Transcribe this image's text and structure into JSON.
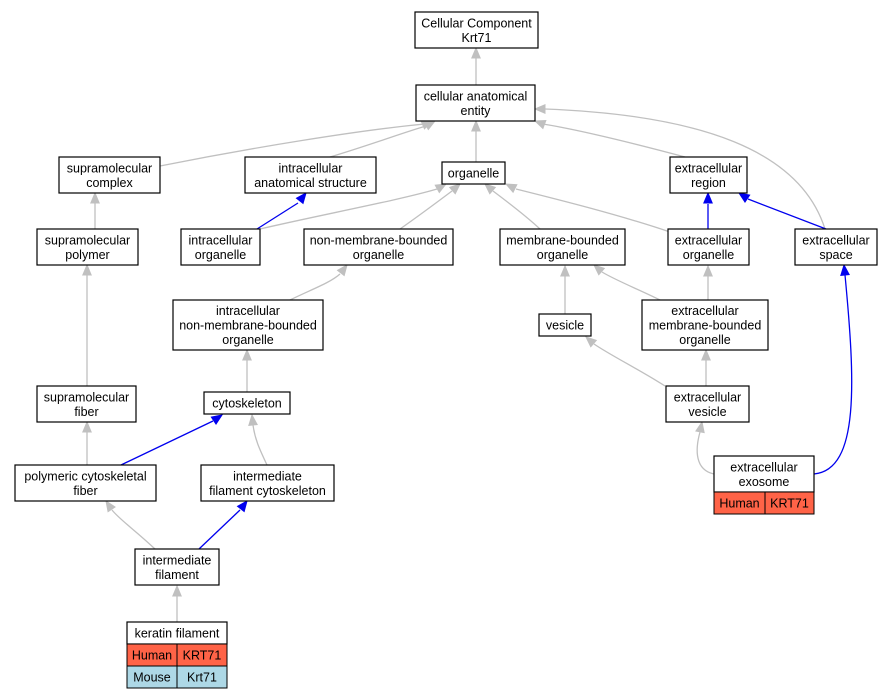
{
  "colors": {
    "grey_edge": "#c0c0c0",
    "blue_edge": "#0000ee",
    "human": "#ff6347",
    "mouse": "#add8e6"
  },
  "nodes": {
    "root": [
      "Cellular Component",
      "Krt71"
    ],
    "cae": [
      "cellular anatomical",
      "entity"
    ],
    "smc": [
      "supramolecular",
      "complex"
    ],
    "ias": [
      "intracellular",
      "anatomical structure"
    ],
    "org": [
      "organelle"
    ],
    "ecr": [
      "extracellular",
      "region"
    ],
    "smp": [
      "supramolecular",
      "polymer"
    ],
    "io": [
      "intracellular",
      "organelle"
    ],
    "nmbo": [
      "non-membrane-bounded",
      "organelle"
    ],
    "mbo": [
      "membrane-bounded",
      "organelle"
    ],
    "eco": [
      "extracellular",
      "organelle"
    ],
    "ecs": [
      "extracellular",
      "space"
    ],
    "inmbo": [
      "intracellular",
      "non-membrane-bounded",
      "organelle"
    ],
    "ves": [
      "vesicle"
    ],
    "emb": [
      "extracellular",
      "membrane-bounded",
      "organelle"
    ],
    "smf": [
      "supramolecular",
      "fiber"
    ],
    "cyt": [
      "cytoskeleton"
    ],
    "ecv": [
      "extracellular",
      "vesicle"
    ],
    "pcf": [
      "polymeric cytoskeletal",
      "fiber"
    ],
    "ifc": [
      "intermediate",
      "filament cytoskeleton"
    ],
    "exo": [
      "extracellular",
      "exosome"
    ],
    "if": [
      "intermediate",
      "filament"
    ],
    "kf": [
      "keratin filament"
    ]
  },
  "annotations": {
    "exosome": [
      {
        "species": "Human",
        "gene": "KRT71"
      }
    ],
    "keratin_filament": [
      {
        "species": "Human",
        "gene": "KRT71"
      },
      {
        "species": "Mouse",
        "gene": "Krt71"
      }
    ]
  }
}
